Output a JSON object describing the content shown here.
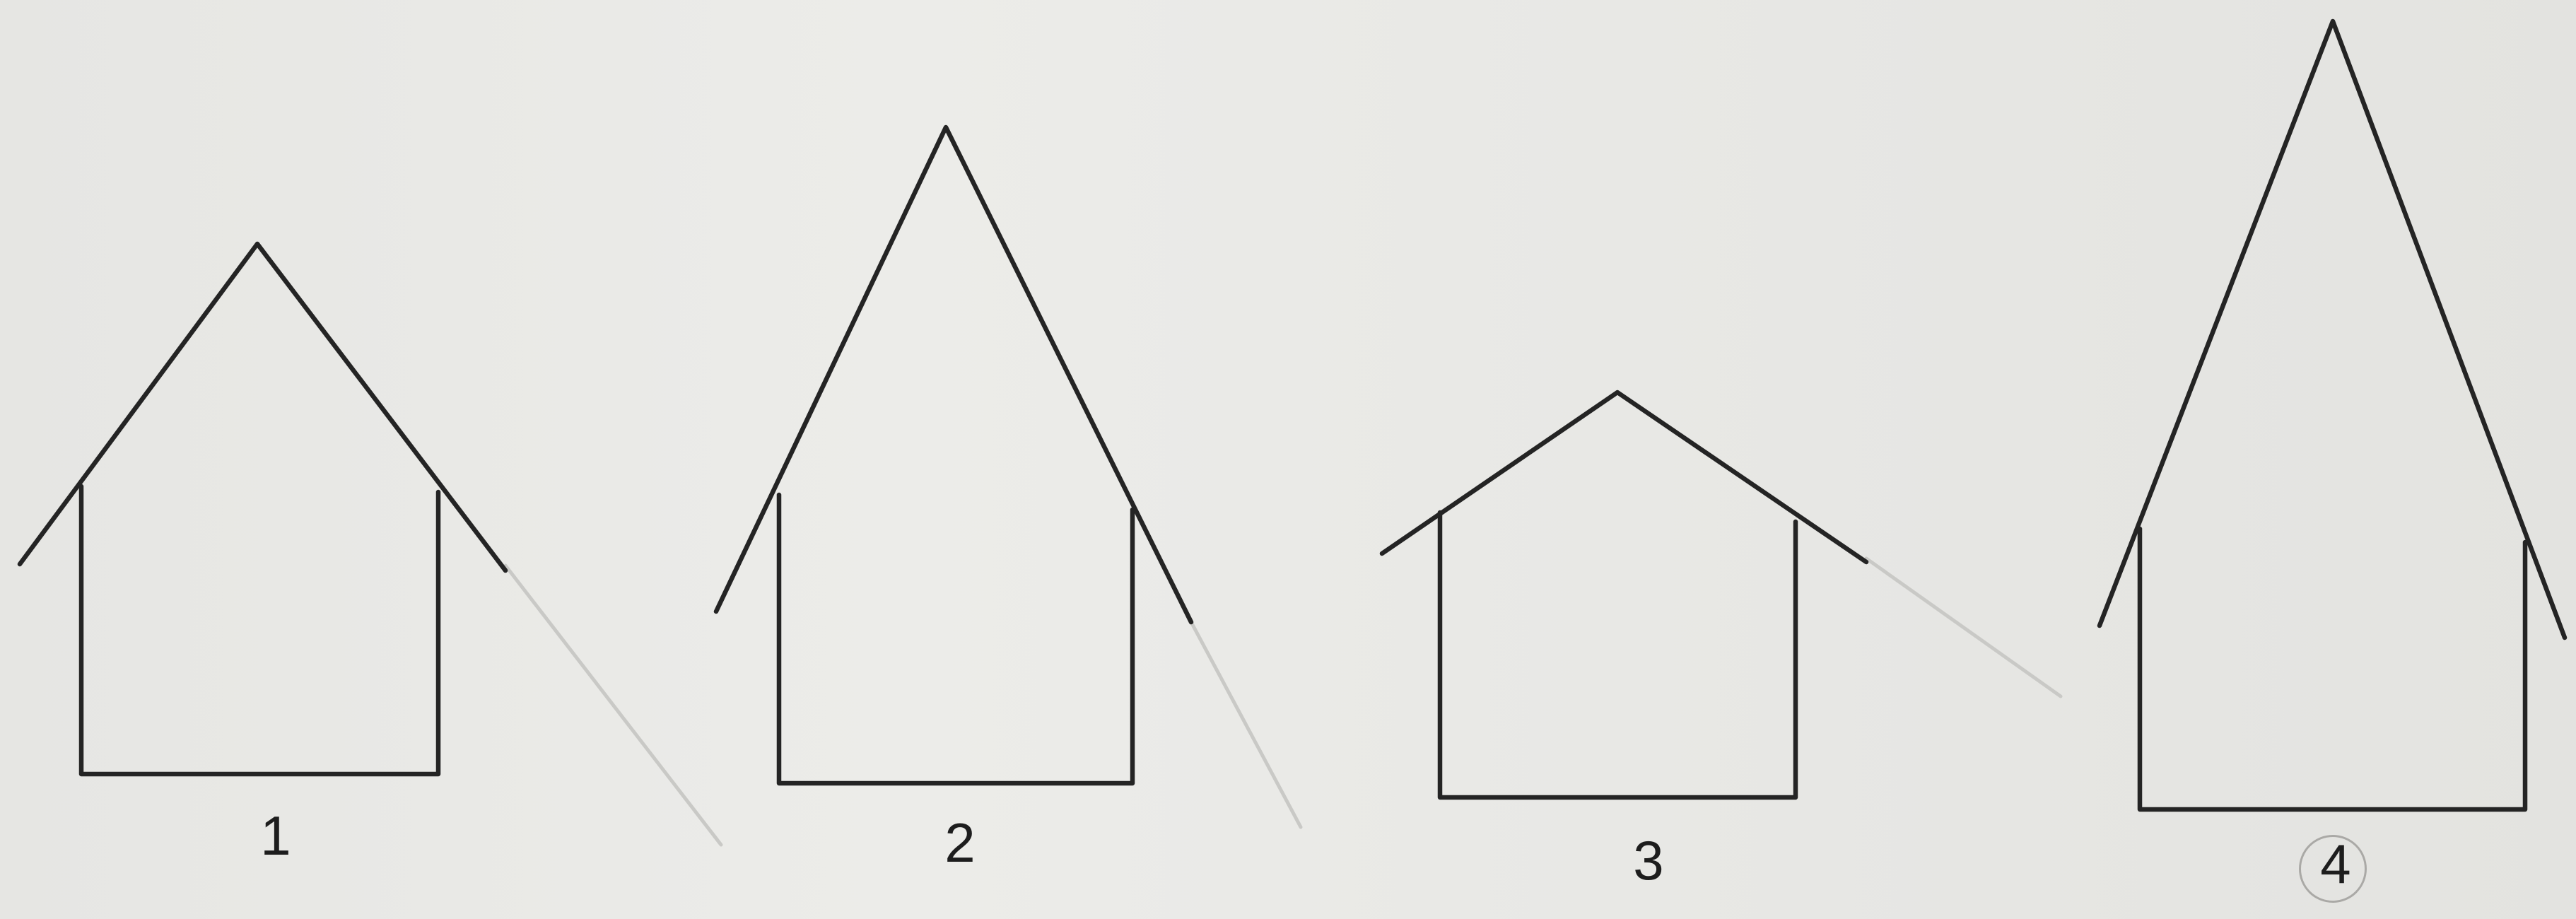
{
  "figures": [
    {
      "label": "1"
    },
    {
      "label": "2"
    },
    {
      "label": "3"
    },
    {
      "label": "4",
      "label_circled": true
    }
  ],
  "colors": {
    "ink": "#242424",
    "paper": "#e9e9e6",
    "pencil_mark": "#c9c9c6"
  }
}
